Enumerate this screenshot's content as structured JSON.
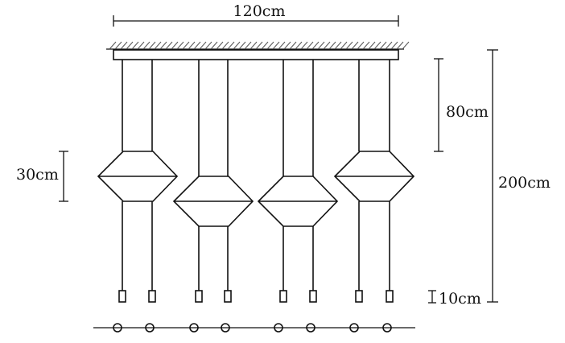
{
  "dimensions": {
    "width_label": "120cm",
    "total_height_label": "200cm",
    "drop_label": "80cm",
    "shade_height_label": "30cm",
    "bulb_height_label": "10cm"
  },
  "fixture": {
    "pendant_count": 4,
    "bulbs_per_pendant": 2
  }
}
